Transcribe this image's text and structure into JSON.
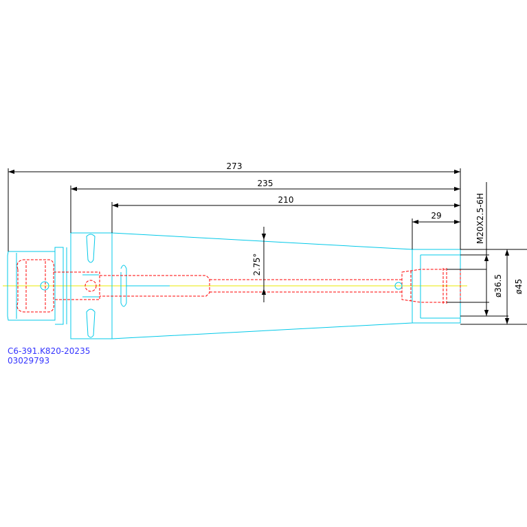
{
  "colors": {
    "background": "#ffffff",
    "outline": "#00c8e8",
    "hidden_lines": "#ff0000",
    "centerline": "#e8e800",
    "dimensions": "#000000",
    "label": "#3333ff"
  },
  "dimensions": {
    "overall_length": "273",
    "flange_to_end": "235",
    "taper_to_end": "210",
    "end_section": "29",
    "taper_angle": "2.75°",
    "thread": "M20X2.5-6H",
    "bore_diameter": "ø36.5",
    "outer_diameter": "ø45"
  },
  "part": {
    "code": "C6-391.K820-20235",
    "number": "03029793"
  }
}
